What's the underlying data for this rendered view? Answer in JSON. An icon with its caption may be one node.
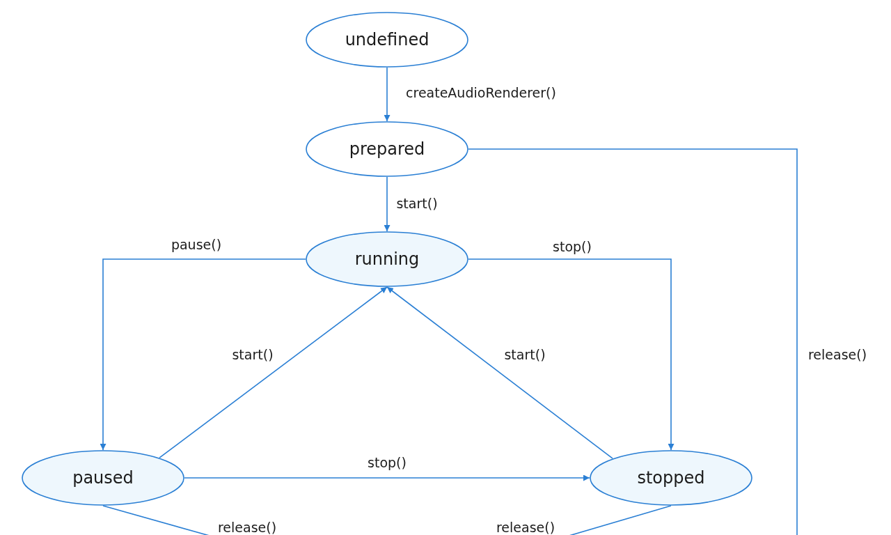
{
  "diagram": {
    "nodes": [
      {
        "text": [
          "undefined"
        ]
      },
      {
        "text": [
          "prepared"
        ]
      },
      {
        "text": [
          "running"
        ]
      },
      {
        "text": [
          "paused"
        ]
      },
      {
        "text": [
          "stopped"
        ]
      }
    ],
    "edges": [
      {
        "from": 0,
        "to": 1,
        "arrow": "to",
        "label": "createAudioRenderer()"
      },
      {
        "from": 1,
        "to": 2,
        "arrow": "to",
        "label": "start()"
      },
      {
        "from": 2,
        "to": 3,
        "arrow": "to",
        "label": "pause()"
      },
      {
        "from": 2,
        "to": 4,
        "arrow": "to",
        "label": "stop()"
      },
      {
        "from": 3,
        "to": 2,
        "arrow": "to",
        "label": "start()"
      },
      {
        "from": 4,
        "to": 2,
        "arrow": "to",
        "label": "start()"
      },
      {
        "from": 3,
        "to": 4,
        "arrow": "to",
        "label": "stop()"
      },
      {
        "from": 3,
        "to": null,
        "arrow": "none",
        "label": "release()"
      },
      {
        "from": 4,
        "to": null,
        "arrow": "none",
        "label": "release()"
      },
      {
        "from": 1,
        "to": null,
        "arrow": "none",
        "label": "release()"
      }
    ]
  }
}
